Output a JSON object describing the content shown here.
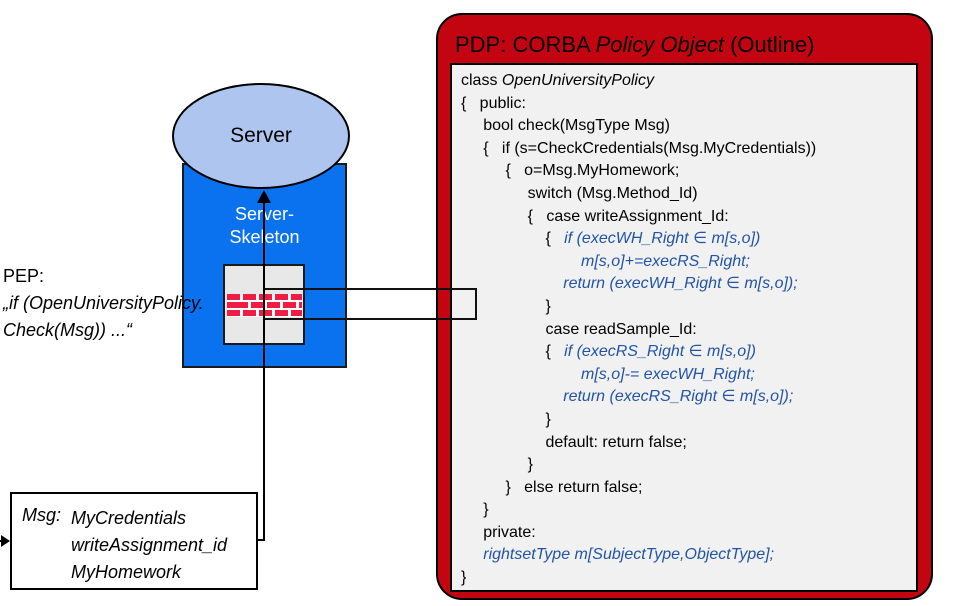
{
  "colors": {
    "pdp_red": "#C20511",
    "panel_gray": "#F1F1F1",
    "skeleton_blue": "#0B72EF",
    "server_fill": "#AEC6EF",
    "code_blue": "#2154A6",
    "brick_red": "#EF1C43",
    "pep_gray": "#E8E8E8"
  },
  "server": {
    "label": "Server"
  },
  "skeleton": {
    "line1": "Server-",
    "line2": "Skeleton"
  },
  "pep": {
    "line1": "PEP:",
    "line2": "„if (OpenUniversityPolicy.",
    "line3": "Check(Msg)) ...“"
  },
  "msg": {
    "label": "Msg:",
    "fields": [
      "MyCredentials",
      "writeAssignment_id",
      "MyHomework"
    ]
  },
  "pdp": {
    "title": [
      {
        "t": "PDP: CORBA ",
        "s": "p"
      },
      {
        "t": "Policy Object",
        "s": "i"
      },
      {
        "t": " (Outline)",
        "s": "p"
      }
    ],
    "code_lines": [
      [
        {
          "t": "class ",
          "s": "p"
        },
        {
          "t": "OpenUniversityPolicy",
          "s": "i"
        }
      ],
      [
        {
          "t": "{   public:",
          "s": "p"
        }
      ],
      [
        {
          "t": "     bool check(MsgType Msg)",
          "s": "p"
        }
      ],
      [
        {
          "t": "     {   if (s=CheckCredentials(Msg.MyCredentials))",
          "s": "p"
        }
      ],
      [
        {
          "t": "          {   o=Msg.MyHomework;",
          "s": "p"
        }
      ],
      [
        {
          "t": "               switch (Msg.Method_Id)",
          "s": "p"
        }
      ],
      [
        {
          "t": "               {   case writeAssignment_Id:",
          "s": "p"
        }
      ],
      [
        {
          "t": "                   {   ",
          "s": "p"
        },
        {
          "t": "if (execWH_Right ∈ m[s,o])",
          "s": "b"
        }
      ],
      [
        {
          "t": "                           ",
          "s": "p"
        },
        {
          "t": "m[s,o]+=execRS_Right;",
          "s": "b"
        }
      ],
      [
        {
          "t": "                       ",
          "s": "p"
        },
        {
          "t": "return (execWH_Right ∈ m[s,o]);",
          "s": "b"
        }
      ],
      [
        {
          "t": "                   }",
          "s": "p"
        }
      ],
      [
        {
          "t": "                   case readSample_Id:",
          "s": "p"
        }
      ],
      [
        {
          "t": "                   {   ",
          "s": "p"
        },
        {
          "t": "if (execRS_Right ∈ m[s,o])",
          "s": "b"
        }
      ],
      [
        {
          "t": "                           ",
          "s": "p"
        },
        {
          "t": "m[s,o]-= execWH_Right;",
          "s": "b"
        }
      ],
      [
        {
          "t": "                       ",
          "s": "p"
        },
        {
          "t": "return (execRS_Right ∈ m[s,o]);",
          "s": "b"
        }
      ],
      [
        {
          "t": "                   }",
          "s": "p"
        }
      ],
      [
        {
          "t": "                   default: return false;",
          "s": "p"
        }
      ],
      [
        {
          "t": "               }",
          "s": "p"
        }
      ],
      [
        {
          "t": "          }   else return false;",
          "s": "p"
        }
      ],
      [
        {
          "t": "     }",
          "s": "p"
        }
      ],
      [
        {
          "t": "     private:",
          "s": "p"
        }
      ],
      [
        {
          "t": "     ",
          "s": "p"
        },
        {
          "t": "rightsetType m[SubjectType,ObjectType];",
          "s": "b"
        }
      ],
      [
        {
          "t": "}",
          "s": "p"
        }
      ]
    ]
  }
}
